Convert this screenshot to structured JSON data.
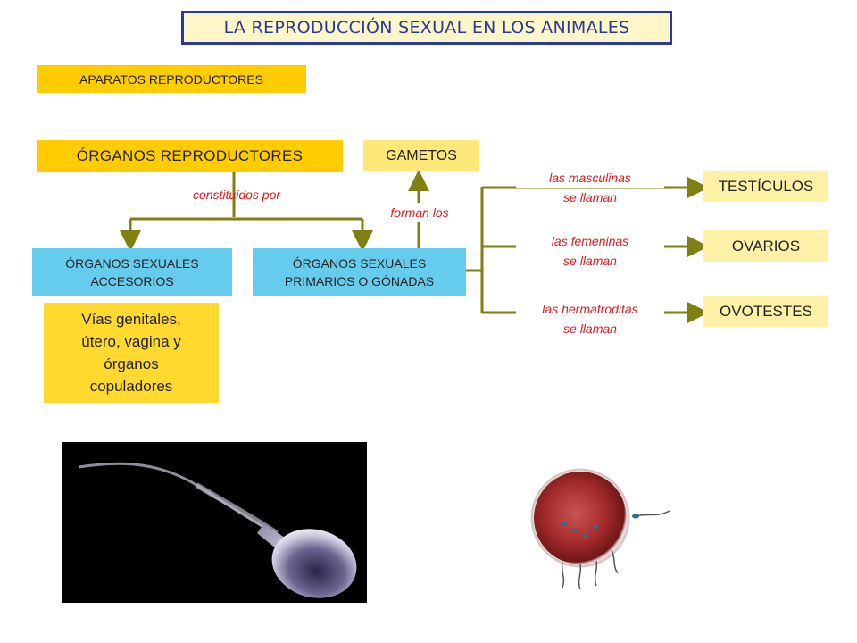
{
  "title": "LA REPRODUCCIÓN SEXUAL EN LOS ANIMALES",
  "aparatos": "APARATOS REPRODUCTORES",
  "organos": "ÓRGANOS REPRODUCTORES",
  "gametos": "GAMETOS",
  "constituidos": "constituidos por",
  "forman": "forman los",
  "accesorios": [
    "ÓRGANOS SEXUALES",
    "ACCESORIOS"
  ],
  "primarios": [
    "ÓRGANOS SEXUALES",
    "PRIMARIOS O GÓNADAS"
  ],
  "vias": [
    "Vías genitales,",
    "útero, vagina y",
    "órganos",
    "copuladores"
  ],
  "branches": [
    {
      "label": [
        "las masculinas",
        "se llaman"
      ],
      "target": "TESTÍCULOS"
    },
    {
      "label": [
        "las femeninas",
        "se llaman"
      ],
      "target": "OVARIOS"
    },
    {
      "label": [
        "las hermafroditas",
        "se llaman"
      ],
      "target": "OVOTESTES"
    }
  ],
  "colors": {
    "title_border": "#2b3a9a",
    "connector": "#7f7f12",
    "italic_label": "#e01a1a",
    "primary_box": "#ffcc00",
    "secondary_box": "#66ccee"
  },
  "images": [
    "sperm-cell-image",
    "egg-cell-image"
  ]
}
